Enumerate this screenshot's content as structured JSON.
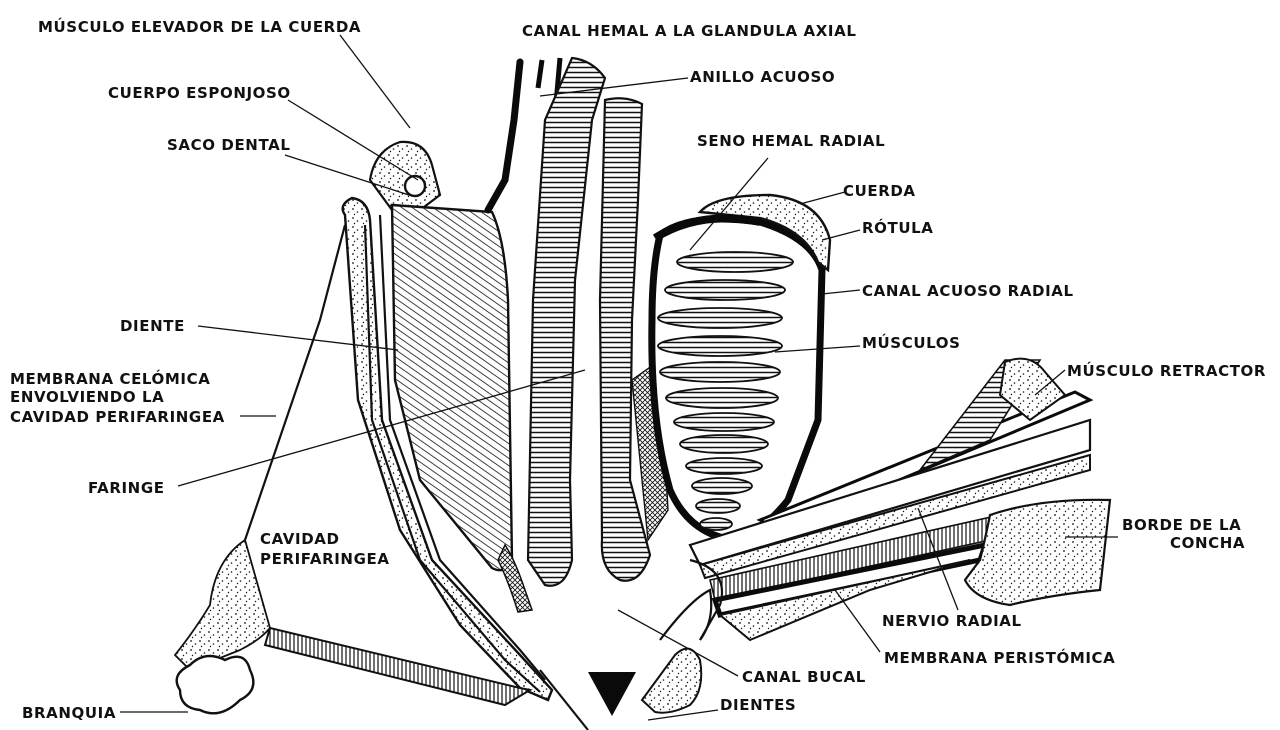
{
  "labels": {
    "musculo_elevador": "MÚSCULO ELEVADOR DE LA CUERDA",
    "canal_hemal": "CANAL HEMAL A LA GLANDULA AXIAL",
    "anillo_acuoso": "ANILLO ACUOSO",
    "cuerpo_esponjoso": "CUERPO ESPONJOSO",
    "seno_hemal_radial": "SENO HEMAL RADIAL",
    "saco_dental": "SACO DENTAL",
    "cuerda": "CUERDA",
    "rotula": "RÓTULA",
    "canal_acuoso_radial": "CANAL ACUOSO RADIAL",
    "diente": "DIENTE",
    "musculos": "MÚSCULOS",
    "membrana_celomica_1": "MEMBRANA CELÓMICA",
    "membrana_celomica_2": "ENVOLVIENDO LA",
    "membrana_celomica_3": "CAVIDAD PERIFARINGEA",
    "musculo_retractor": "MÚSCULO RETRACTOR",
    "faringe": "FARINGE",
    "borde_concha_1": "BORDE DE LA",
    "borde_concha_2": "CONCHA",
    "cavidad_1": "CAVIDAD",
    "cavidad_2": "PERIFARINGEA",
    "nervio_radial": "NERVIO RADIAL",
    "membrana_peristomica": "MEMBRANA PERISTÓMICA",
    "canal_bucal": "CANAL BUCAL",
    "branquia": "BRANQUIA",
    "dientes": "DIENTES"
  },
  "colors": {
    "ink": "#111111",
    "paper": "#ffffff"
  }
}
